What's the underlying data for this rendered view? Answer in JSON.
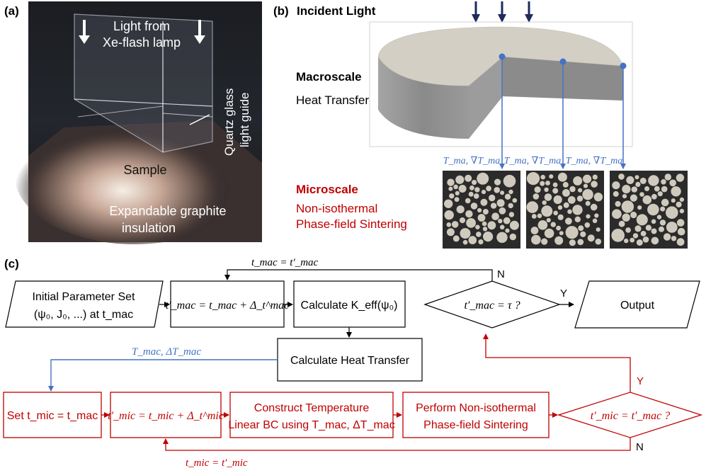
{
  "colors": {
    "red": "#c00000",
    "blue": "#4472c4",
    "navy": "#1f2a5c",
    "slab_top": "#d3cfc4",
    "slab_side": "#8c8c8c",
    "micro_bg": "#2b2b2b",
    "particle": "#cfcabd"
  },
  "panel_a": {
    "label": "(a)",
    "light_line1": "Light from",
    "light_line2": "Xe-flash lamp",
    "guide_line1": "Quartz glass",
    "guide_line2": "light guide",
    "sample": "Sample",
    "insulation_line1": "Expandable graphite",
    "insulation_line2": "insulation",
    "icons": [
      "arrow-down-icon",
      "arrow-down-icon"
    ]
  },
  "panel_b": {
    "label": "(b)",
    "incident": "Incident Light",
    "macroscale": "Macroscale",
    "heat_transfer": "Heat Transfer",
    "probe_labels": [
      "T_ma, ∇T_ma",
      "T_ma, ∇T_ma",
      "T_ma, ∇T_ma"
    ],
    "microscale": "Microscale",
    "micro_line1": "Non-isothermal",
    "micro_line2": "Phase-field Sintering"
  },
  "panel_c": {
    "label": "(c)",
    "initial_line1": "Initial Parameter Set",
    "initial_line2": "(ψ₀, J₀, ...) at t_mac",
    "step_mac": "t′_mac = t_mac + Δ_t^mac",
    "calc_k": "Calculate K_eff(ψ₀)",
    "decision_mac": "t′_mac = τ ?",
    "output": "Output",
    "calc_heat": "Calculate Heat Transfer",
    "feedback_mac": "t_mac = t′_mac",
    "coupling_label": "T_mac, ΔT_mac",
    "set_mic": "Set t_mic = t_mac",
    "step_mic": "t′_mic = t_mic + Δ_t^mic",
    "construct_line1": "Construct Temperature",
    "construct_line2": "Linear BC using T_mac, ΔT_mac",
    "perform_line1": "Perform Non-isothermal",
    "perform_line2": "Phase-field Sintering",
    "decision_mic": "t′_mic = t′_mac ?",
    "feedback_mic": "t_mic = t′_mic",
    "yes": "Y",
    "no": "N"
  }
}
